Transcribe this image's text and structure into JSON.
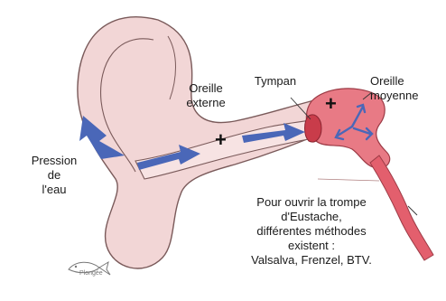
{
  "labels": {
    "pressure": "Pression\nde\nl'eau",
    "outer_ear": "Oreille\nexterne",
    "tympan": "Tympan",
    "middle_ear": "Oreille\nmoyenne",
    "instructions": "Pour ouvrir la trompe\nd'Eustache,\ndifférentes méthodes\nexistent :\nValsalva, Frenzel, BTV."
  },
  "signs": {
    "outer": "+",
    "middle": "+"
  },
  "colors": {
    "ear_fill": "#f2d6d6",
    "ear_outline": "#7a5a5a",
    "middle_ear_fill": "#e87a85",
    "tube_fill": "#e35f6d",
    "arrow": "#4a67b8",
    "tympan": "#c93c4a"
  },
  "logo": {
    "text": "Plongée"
  }
}
